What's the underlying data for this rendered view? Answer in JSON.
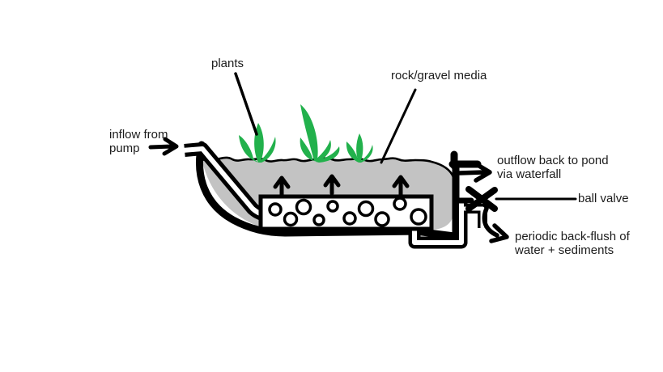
{
  "diagram": {
    "title": "pond filter gravel grow bed diagram",
    "labels": {
      "plants": "plants",
      "media": "rock/gravel media",
      "inflow": [
        "inflow from",
        "pump"
      ],
      "outflow": [
        "outflow back to pond",
        "via waterfall"
      ],
      "ball_valve": "ball valve",
      "backflush": [
        "periodic back-flush of",
        "water + sediments"
      ]
    },
    "colors": {
      "plant_green": "#22B14C",
      "media_gray": "#C3C3C3",
      "ink": "#000000",
      "background": "#FFFFFF"
    }
  }
}
